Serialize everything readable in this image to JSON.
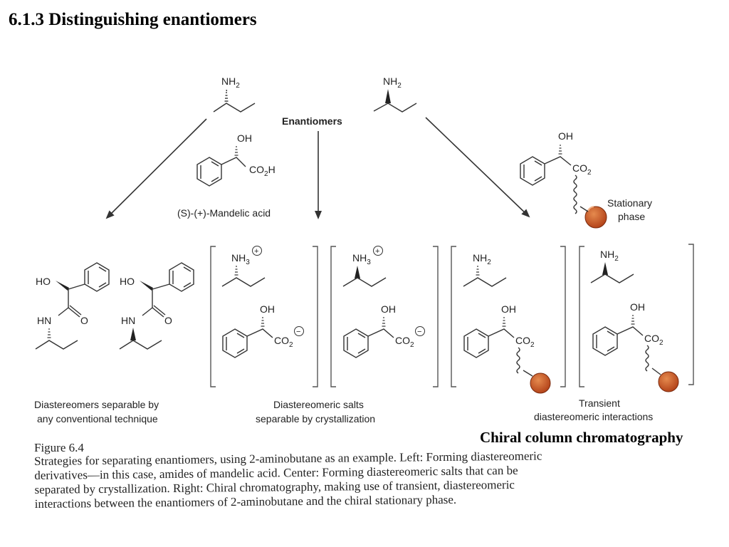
{
  "slide": {
    "title": "6.1.3 Distinguishing enantiomers",
    "chromatography_label": "Chiral column chromatography"
  },
  "diagram": {
    "enantiomers_label": "Enantiomers",
    "mandelic_acid_label": "(S)-(+)-Mandelic acid",
    "stationary_phase_label": [
      "Stationary",
      "phase"
    ],
    "left_caption": [
      "Diastereomers separable by",
      "any conventional technique"
    ],
    "center_caption": [
      "Diastereomeric salts",
      "separable by crystallization"
    ],
    "right_caption": [
      "Transient",
      "diastereomeric interactions"
    ],
    "atoms": {
      "nh2": "NH",
      "nh3": "NH",
      "oh": "OH",
      "ho": "HO",
      "hn": "HN",
      "o": "O",
      "co2h": "CO",
      "co2": "CO",
      "sub2": "2",
      "sub3": "3",
      "h": "H",
      "plus": "+",
      "minus": "−"
    }
  },
  "figure": {
    "label": "Figure 6.4",
    "caption_lines": [
      "Strategies for separating enantiomers, using 2-aminobutane as an example. Left: Forming diastereomeric",
      "derivatives—in this case, amides of mandelic acid. Center: Forming diastereomeric salts that can be",
      "separated by crystallization. Right: Chiral chromatography, making use of transient, diastereomeric",
      "interactions between the enantiomers of 2-aminobutane and the chiral stationary phase."
    ]
  },
  "colors": {
    "stationary_bead": "#c0501f",
    "bead_highlight": "#e58a4e",
    "ink": "#222222"
  }
}
